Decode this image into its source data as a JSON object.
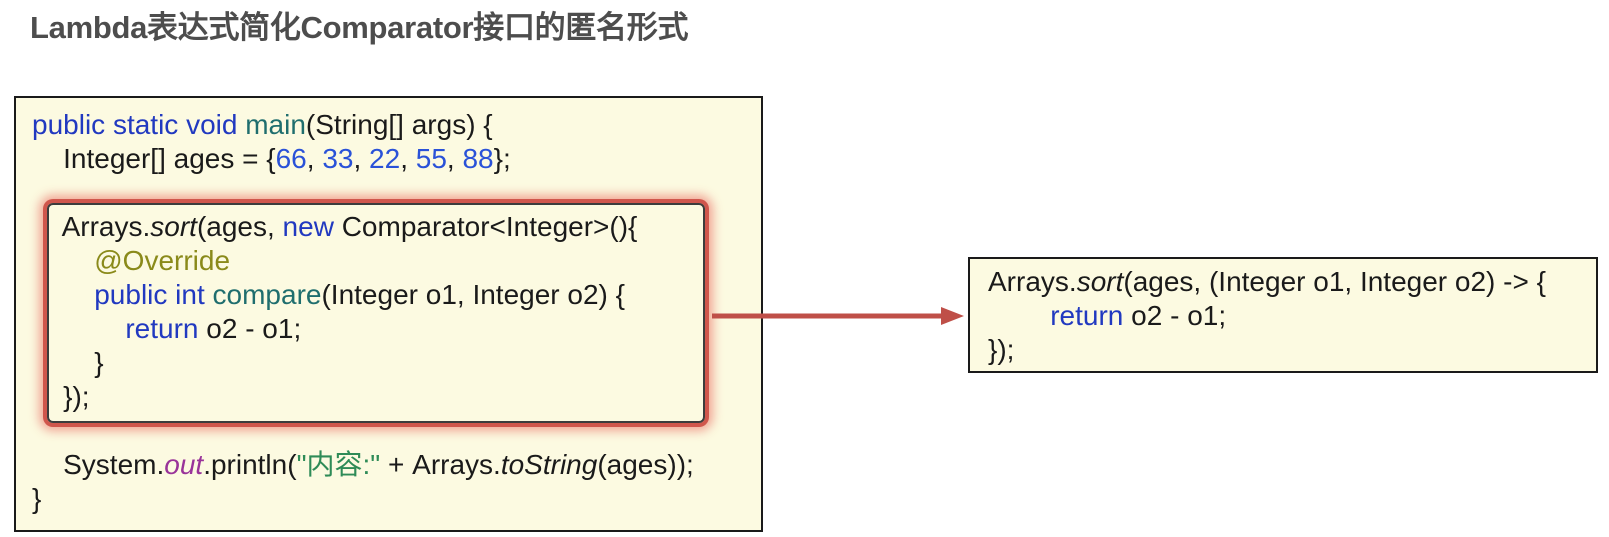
{
  "title": "Lambda表达式简化Comparator接口的匿名形式",
  "colors": {
    "boxbg": "#FCFAE1",
    "kw": "#2139C0",
    "num": "#2A52D8",
    "meth": "#1F6E6E",
    "ann": "#8A8A1A",
    "field": "#993399",
    "str": "#2E8B57",
    "hl": "#D0564C",
    "arrow": "#BF4F48",
    "title": "#4D4D4D"
  },
  "left_box": {
    "lines": [
      {
        "segs": [
          {
            "t": "public static void ",
            "c": "kw"
          },
          {
            "t": "main",
            "c": "meth"
          },
          {
            "t": "(String[] args) {",
            "c": "pl"
          }
        ]
      },
      {
        "segs": [
          {
            "t": "    Integer[] ages = {",
            "c": "pl"
          },
          {
            "t": "66",
            "c": "num"
          },
          {
            "t": ", ",
            "c": "pl"
          },
          {
            "t": "33",
            "c": "num"
          },
          {
            "t": ", ",
            "c": "pl"
          },
          {
            "t": "22",
            "c": "num"
          },
          {
            "t": ", ",
            "c": "pl"
          },
          {
            "t": "55",
            "c": "num"
          },
          {
            "t": ", ",
            "c": "pl"
          },
          {
            "t": "88",
            "c": "num"
          },
          {
            "t": "};",
            "c": "pl"
          }
        ]
      },
      {
        "segs": []
      },
      {
        "segs": [
          {
            "t": "    Arrays.",
            "c": "pl"
          },
          {
            "t": "sort",
            "c": "it"
          },
          {
            "t": "(ages, ",
            "c": "pl"
          },
          {
            "t": "new",
            "c": "kw"
          },
          {
            "t": " Comparator<Integer>(){",
            "c": "pl"
          }
        ]
      },
      {
        "segs": [
          {
            "t": "        @Override",
            "c": "ann"
          }
        ]
      },
      {
        "segs": [
          {
            "t": "        public int ",
            "c": "kw"
          },
          {
            "t": "compare",
            "c": "meth"
          },
          {
            "t": "(Integer o1, Integer o2) {",
            "c": "pl"
          }
        ]
      },
      {
        "segs": [
          {
            "t": "            return",
            "c": "kw"
          },
          {
            "t": " o2 - o1;",
            "c": "pl"
          }
        ]
      },
      {
        "segs": [
          {
            "t": "        }",
            "c": "pl"
          }
        ]
      },
      {
        "segs": [
          {
            "t": "    });",
            "c": "pl"
          }
        ]
      },
      {
        "segs": []
      },
      {
        "segs": [
          {
            "t": "    System.",
            "c": "pl"
          },
          {
            "t": "out",
            "c": "field"
          },
          {
            "t": ".println(",
            "c": "pl"
          },
          {
            "t": "\"内容:\"",
            "c": "str"
          },
          {
            "t": " + Arrays.",
            "c": "pl"
          },
          {
            "t": "toString",
            "c": "it"
          },
          {
            "t": "(ages));",
            "c": "pl"
          }
        ]
      },
      {
        "segs": [
          {
            "t": "}",
            "c": "pl"
          }
        ]
      }
    ]
  },
  "right_box": {
    "lines": [
      {
        "segs": [
          {
            "t": "Arrays.",
            "c": "pl"
          },
          {
            "t": "sort",
            "c": "it"
          },
          {
            "t": "(ages, (Integer o1, Integer o2) -> {",
            "c": "pl"
          }
        ]
      },
      {
        "segs": [
          {
            "t": "        return",
            "c": "kw"
          },
          {
            "t": " o2 - o1;",
            "c": "pl"
          }
        ]
      },
      {
        "segs": [
          {
            "t": "});",
            "c": "pl"
          }
        ]
      }
    ]
  }
}
